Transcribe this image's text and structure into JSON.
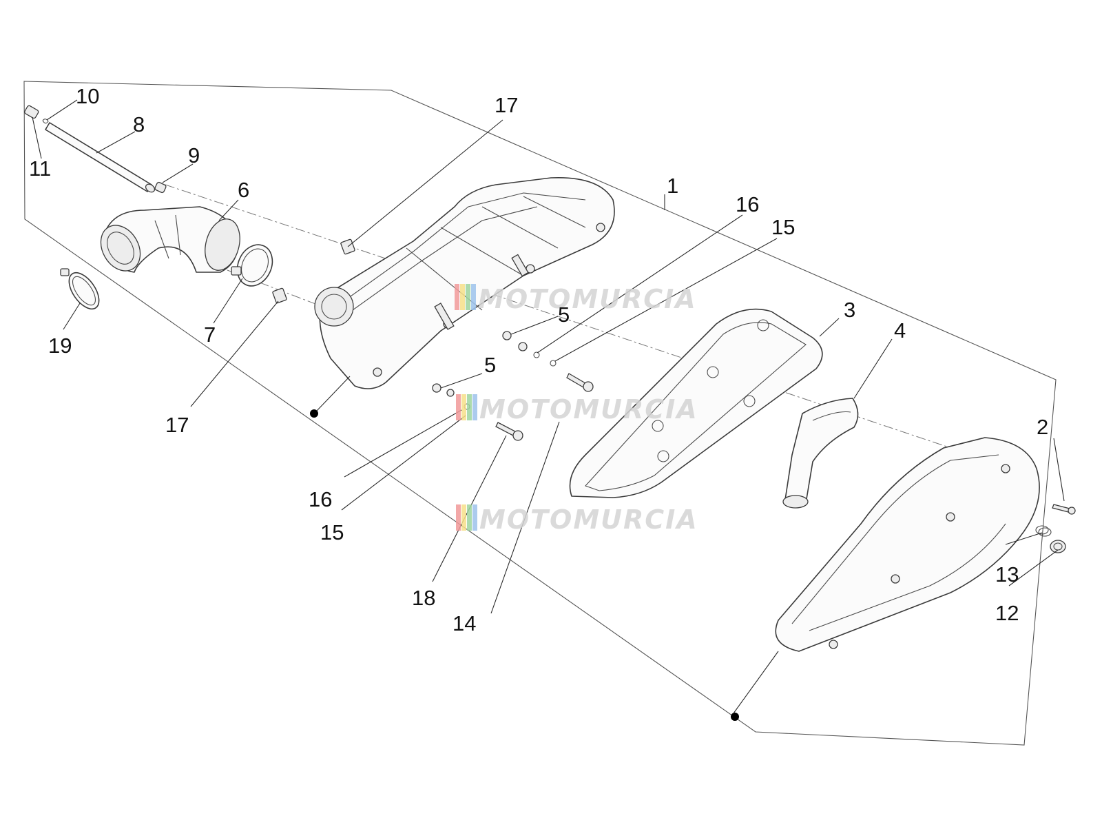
{
  "diagram": {
    "callouts": {
      "c1": "1",
      "c2": "2",
      "c3": "3",
      "c4": "4",
      "c5a": "5",
      "c5b": "5",
      "c6": "6",
      "c7": "7",
      "c8": "8",
      "c9": "9",
      "c10": "10",
      "c11": "11",
      "c12": "12",
      "c13": "13",
      "c14": "14",
      "c15a": "15",
      "c15b": "15",
      "c16a": "16",
      "c16b": "16",
      "c17a": "17",
      "c17b": "17",
      "c18": "18",
      "c19": "19"
    },
    "watermark": {
      "text": "MOTOMURCIA",
      "colors": [
        "#f29a9a",
        "#f7e08a",
        "#9fd59f",
        "#9ec3ec"
      ]
    }
  }
}
